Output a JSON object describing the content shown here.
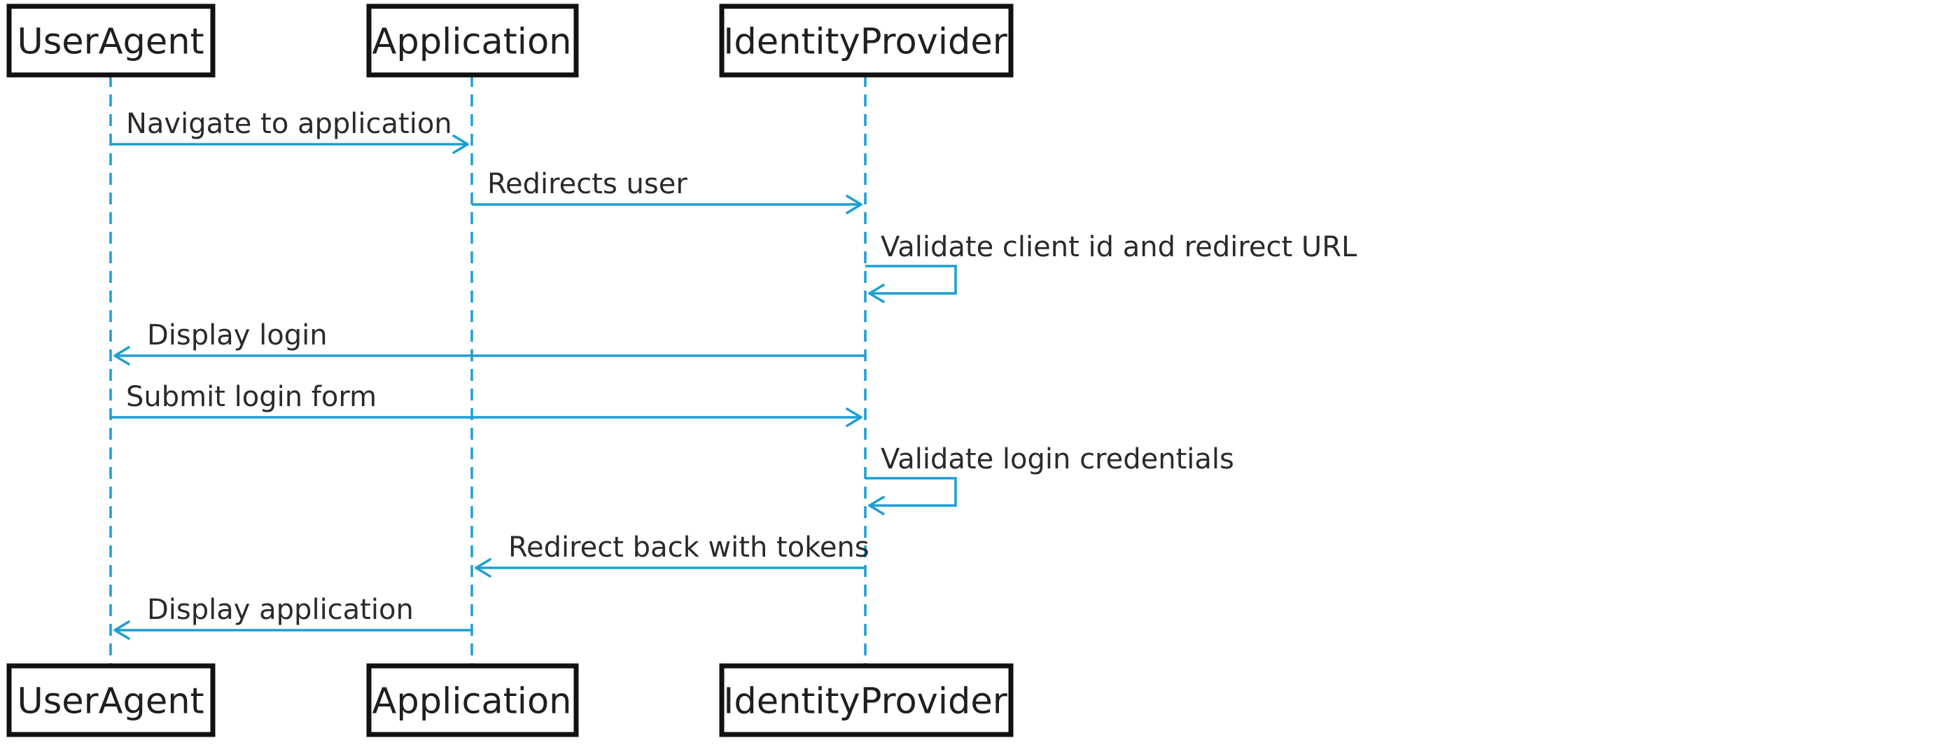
{
  "diagram": {
    "type": "sequence",
    "colors": {
      "lifeline": "#1a9fd4",
      "box_border": "#111111",
      "text": "#2a2a2a"
    },
    "participants": [
      {
        "id": "useragent",
        "label": "UserAgent"
      },
      {
        "id": "application",
        "label": "Application"
      },
      {
        "id": "idp",
        "label": "IdentityProvider"
      }
    ],
    "messages": [
      {
        "from": "useragent",
        "to": "application",
        "label": "Navigate to application"
      },
      {
        "from": "application",
        "to": "idp",
        "label": "Redirects user"
      },
      {
        "from": "idp",
        "to": "idp",
        "label": "Validate client id and redirect URL"
      },
      {
        "from": "idp",
        "to": "useragent",
        "label": "Display login"
      },
      {
        "from": "useragent",
        "to": "idp",
        "label": "Submit login form"
      },
      {
        "from": "idp",
        "to": "idp",
        "label": "Validate login credentials"
      },
      {
        "from": "idp",
        "to": "application",
        "label": "Redirect back with tokens"
      },
      {
        "from": "application",
        "to": "useragent",
        "label": "Display application"
      }
    ]
  }
}
